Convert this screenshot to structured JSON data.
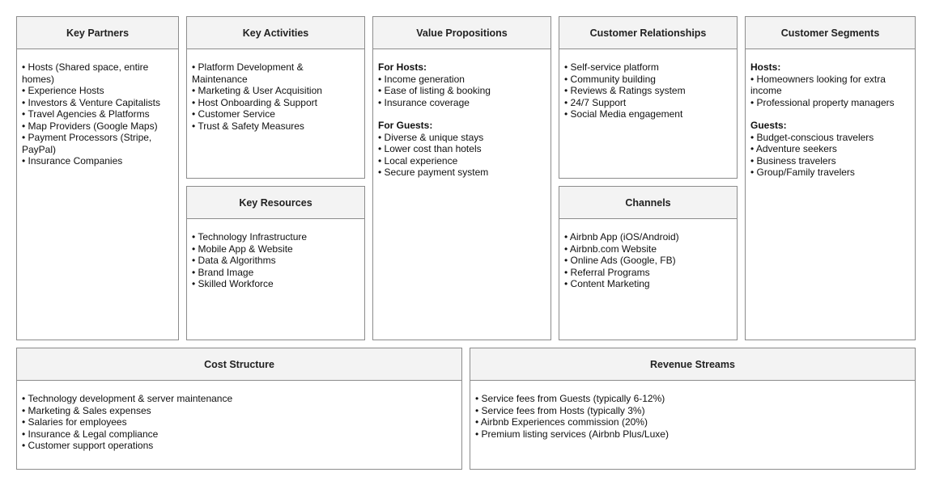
{
  "key_partners": {
    "title": "Key Partners",
    "items": [
      "• Hosts (Shared space, entire homes)",
      "• Experience Hosts",
      "• Investors & Venture Capitalists",
      "• Travel Agencies & Platforms",
      "• Map Providers (Google Maps)",
      "• Payment Processors (Stripe, PayPal)",
      "• Insurance Companies"
    ]
  },
  "key_activities": {
    "title": "Key Activities",
    "items": [
      "• Platform Development & Maintenance",
      "• Marketing & User Acquisition",
      "• Host Onboarding & Support",
      "• Customer Service",
      "• Trust & Safety Measures"
    ]
  },
  "key_resources": {
    "title": "Key Resources",
    "items": [
      "• Technology Infrastructure",
      "• Mobile App & Website",
      "• Data & Algorithms",
      "• Brand Image",
      "• Skilled Workforce"
    ]
  },
  "value_propositions": {
    "title": "Value Propositions",
    "groups": [
      {
        "heading": "For Hosts:",
        "items": [
          "• Income generation",
          "• Ease of listing & booking",
          "• Insurance coverage"
        ]
      },
      {
        "heading": "For Guests:",
        "items": [
          "• Diverse & unique stays",
          "• Lower cost than hotels",
          "• Local experience",
          "• Secure payment system"
        ]
      }
    ]
  },
  "customer_relationships": {
    "title": "Customer Relationships",
    "items": [
      "• Self-service platform",
      "• Community building",
      "• Reviews & Ratings system",
      "• 24/7 Support",
      "• Social Media engagement"
    ]
  },
  "channels": {
    "title": "Channels",
    "items": [
      "• Airbnb App (iOS/Android)",
      "• Airbnb.com Website",
      "• Online Ads (Google, FB)",
      "• Referral Programs",
      "• Content Marketing"
    ]
  },
  "customer_segments": {
    "title": "Customer Segments",
    "groups": [
      {
        "heading": "Hosts:",
        "items": [
          "• Homeowners looking for extra income",
          "• Professional property managers"
        ]
      },
      {
        "heading": "Guests:",
        "items": [
          "• Budget-conscious travelers",
          "• Adventure seekers",
          "• Business travelers",
          "• Group/Family travelers"
        ]
      }
    ]
  },
  "cost_structure": {
    "title": "Cost Structure",
    "items": [
      "• Technology development & server maintenance",
      "• Marketing & Sales expenses",
      "• Salaries for employees",
      "• Insurance & Legal compliance",
      "• Customer support operations"
    ]
  },
  "revenue_streams": {
    "title": "Revenue Streams",
    "items": [
      "• Service fees from Guests (typically 6-12%)",
      "• Service fees from Hosts (typically 3%)",
      "• Airbnb Experiences commission (20%)",
      "• Premium listing services (Airbnb Plus/Luxe)"
    ]
  }
}
